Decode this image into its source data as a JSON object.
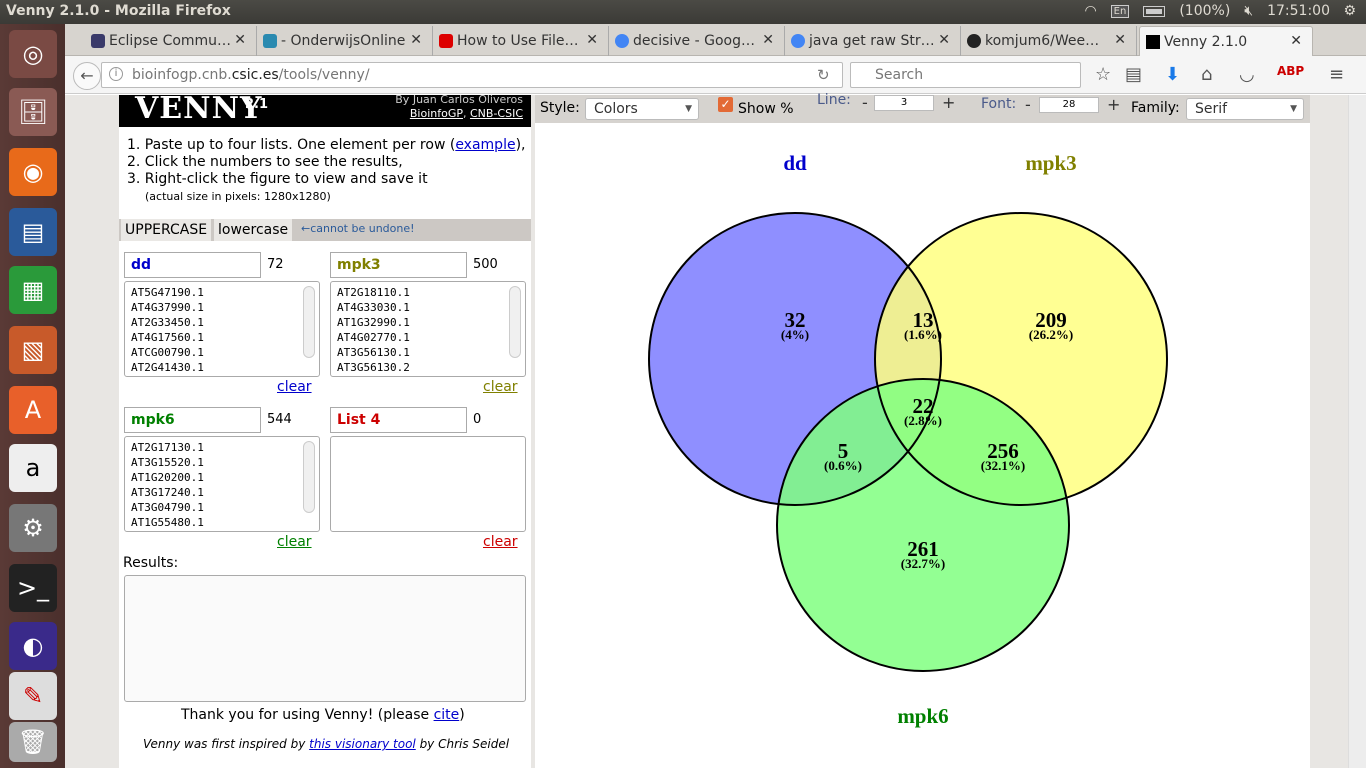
{
  "window": {
    "title": "Venny 2.1.0 - Mozilla Firefox"
  },
  "tray": {
    "keyboard": "En",
    "battery": "(100%)",
    "time": "17:51:00"
  },
  "tabs": [
    {
      "label": "Eclipse Commu…",
      "fav_color": "#3a3a6a"
    },
    {
      "label": "- OnderwijsOnline",
      "fav_color": "#2a8ab0"
    },
    {
      "label": "How to Use File…",
      "fav_color": "#d00"
    },
    {
      "label": "decisive - Goog…",
      "fav_color": "#4285f4"
    },
    {
      "label": "java get raw Str…",
      "fav_color": "#4285f4"
    },
    {
      "label": "komjum6/Wee…",
      "fav_color": "#222"
    },
    {
      "label": "Venny 2.1.0",
      "fav_color": "#000"
    }
  ],
  "nav": {
    "url_host": "bioinfogp.cnb.",
    "url_domain": "csic.es",
    "url_path": "/tools/venny/",
    "search_placeholder": "Search"
  },
  "venny": {
    "logo": "VENNY",
    "version": "2.1",
    "byline": "By Juan Carlos Oliveros",
    "bioinfogp": "BioinfoGP",
    "cnb": "CNB-CSIC",
    "step1": "1. Paste up to four lists. One element per row (",
    "example": "example",
    "step1_end": "),",
    "step2": "2. Click the numbers to see the results,",
    "step3": "3. Right-click the figure to view and save it",
    "size_note": "(actual size in pixels: 1280x1280)",
    "uppercase": "UPPERCASE",
    "lowercase": "lowercase",
    "undo_note": "←cannot be undone!",
    "clear": "clear",
    "results_label": "Results:",
    "thanks": "Thank you for using Venny!  (please ",
    "cite": "cite",
    "thanks_end": ")",
    "inspired_pre": "Venny was first inspired by ",
    "inspired_link": "this visionary tool",
    "inspired_post": " by Chris Seidel"
  },
  "lists": [
    {
      "name": "dd",
      "count": "72",
      "color": "#0000cc",
      "items": [
        "AT5G47190.1",
        "AT4G37990.1",
        "AT2G33450.1",
        "AT4G17560.1",
        "ATCG00790.1",
        "AT2G41430.1"
      ]
    },
    {
      "name": "mpk3",
      "count": "500",
      "color": "#808000",
      "items": [
        "AT2G18110.1",
        "AT4G33030.1",
        "AT1G32990.1",
        "AT4G02770.1",
        "AT3G56130.1",
        "AT3G56130.2"
      ]
    },
    {
      "name": "mpk6",
      "count": "544",
      "color": "#008000",
      "items": [
        "AT2G17130.1",
        "AT3G15520.1",
        "AT1G20200.1",
        "AT3G17240.1",
        "AT3G04790.1",
        "AT1G55480.1"
      ]
    },
    {
      "name": "List 4",
      "count": "0",
      "color": "#cc0000",
      "items": []
    }
  ],
  "toolbar": {
    "style_label": "Style:",
    "style_value": "Colors",
    "show_pct": "Show %",
    "line_label": "Line:",
    "line_value": "3",
    "font_label": "Font:",
    "font_value": "28",
    "family_label": "Family:",
    "family_value": "Serif",
    "minus": "-",
    "plus": "+"
  },
  "venn": {
    "labels": {
      "dd": "dd",
      "mpk3": "mpk3",
      "mpk6": "mpk6"
    },
    "colors": {
      "dd": "#7b7bff",
      "mpk3": "#ffff80",
      "mpk6": "#80ff80"
    },
    "regions": {
      "dd_only": {
        "n": "32",
        "p": "(4%)"
      },
      "dd_mpk3": {
        "n": "13",
        "p": "(1.6%)"
      },
      "mpk3_only": {
        "n": "209",
        "p": "(26.2%)"
      },
      "all": {
        "n": "22",
        "p": "(2.8%)"
      },
      "dd_mpk6": {
        "n": "5",
        "p": "(0.6%)"
      },
      "mpk3_mpk6": {
        "n": "256",
        "p": "(32.1%)"
      },
      "mpk6_only": {
        "n": "261",
        "p": "(32.7%)"
      }
    }
  }
}
